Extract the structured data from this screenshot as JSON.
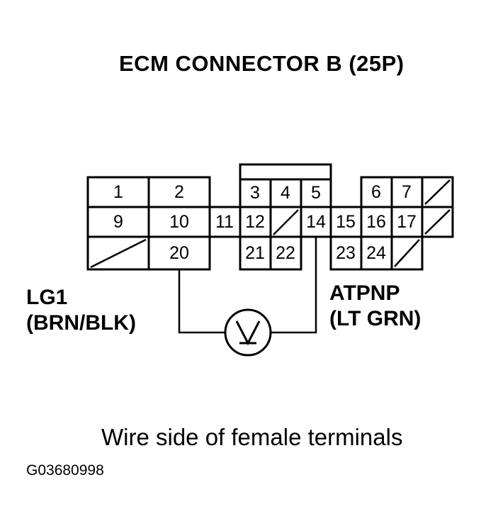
{
  "title": "ECM CONNECTOR B (25P)",
  "left_wire": {
    "line1": "LG1",
    "line2": "(BRN/BLK)"
  },
  "right_wire": {
    "line1": "ATPNP",
    "line2": "(LT GRN)"
  },
  "meter_symbol": "V",
  "caption": "Wire side of female terminals",
  "figure_code": "G03680998",
  "pins": [
    "1",
    "2",
    "3",
    "4",
    "5",
    "6",
    "7",
    "9",
    "10",
    "11",
    "12",
    "14",
    "15",
    "16",
    "17",
    "20",
    "21",
    "22",
    "23",
    "24"
  ]
}
